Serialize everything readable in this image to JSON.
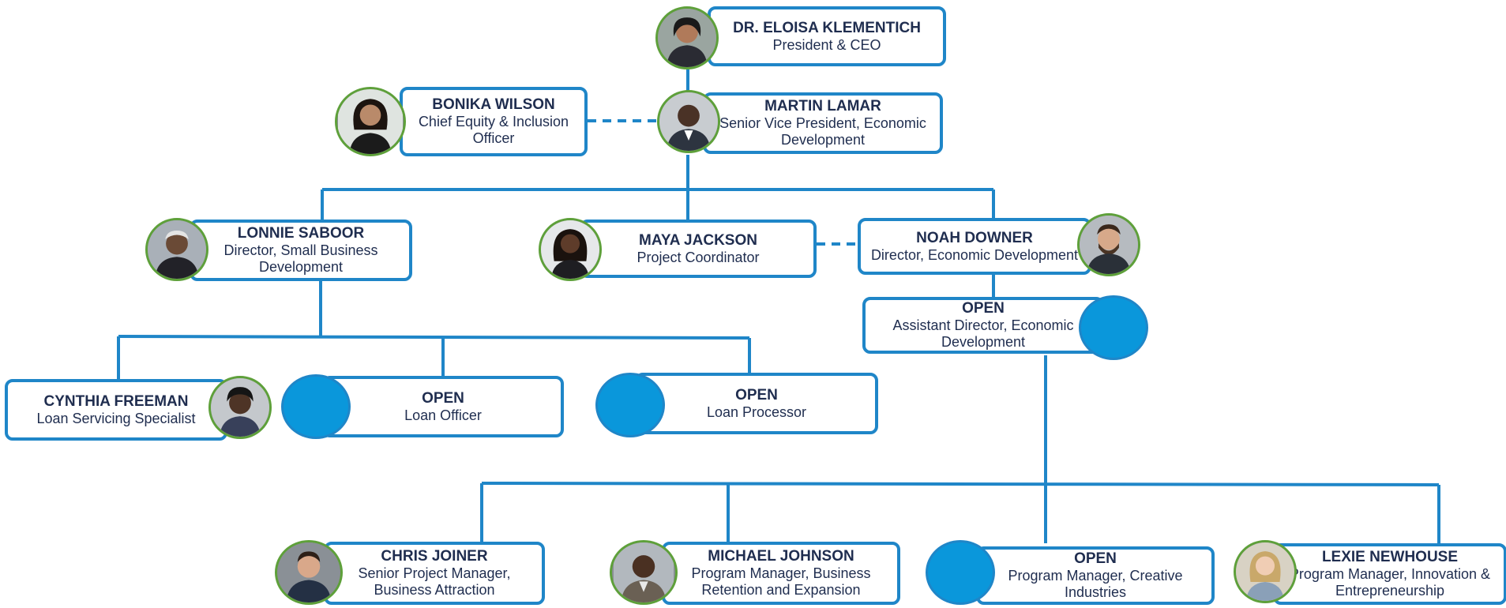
{
  "colors": {
    "connector": "#1f86c8",
    "box_border": "#1f86c8",
    "avatar_ring": "#5ea03a",
    "open_fill": "#0a97db",
    "text": "#1f2d4f"
  },
  "nodes": {
    "ceo": {
      "name": "DR. ELOISA KLEMENTICH",
      "title": "President & CEO"
    },
    "equity": {
      "name": "BONIKA WILSON",
      "title": "Chief Equity & Inclusion Officer"
    },
    "svp": {
      "name": "MARTIN LAMAR",
      "title": "Senior Vice President, Economic Development"
    },
    "small_business": {
      "name": "LONNIE SABOOR",
      "title": "Director, Small Business Development"
    },
    "coordinator": {
      "name": "MAYA JACKSON",
      "title": "Project Coordinator"
    },
    "director_ed": {
      "name": "NOAH DOWNER",
      "title": "Director, Economic Development"
    },
    "assistant_director": {
      "name": "OPEN",
      "title": "Assistant Director, Economic Development"
    },
    "loan_servicing": {
      "name": "CYNTHIA FREEMAN",
      "title": "Loan Servicing Specialist"
    },
    "loan_officer": {
      "name": "OPEN",
      "title": "Loan Officer"
    },
    "loan_processor": {
      "name": "OPEN",
      "title": "Loan Processor"
    },
    "senior_pm": {
      "name": "CHRIS JOINER",
      "title": "Senior Project Manager, Business Attraction"
    },
    "pm_retention": {
      "name": "MICHAEL JOHNSON",
      "title": "Program Manager,  Business Retention and Expansion"
    },
    "pm_creative": {
      "name": "OPEN",
      "title": "Program Manager, Creative Industries"
    },
    "pm_innovation": {
      "name": "LEXIE NEWHOUSE",
      "title": "Program Manager, Innovation & Entrepreneurship"
    }
  }
}
